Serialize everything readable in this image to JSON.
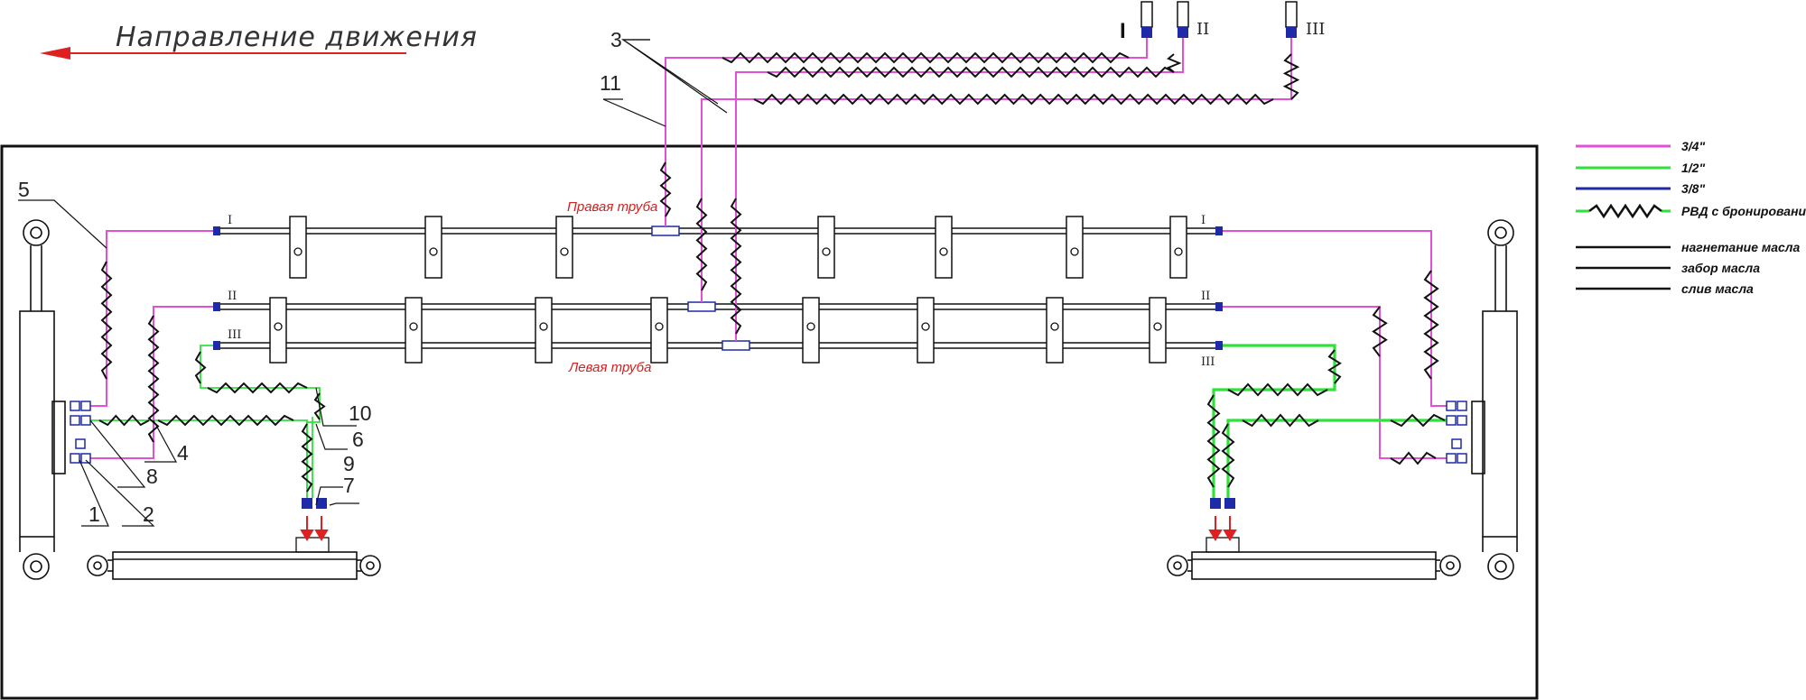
{
  "direction_label": "Направление движения",
  "right_pipe_label": "Правая труба",
  "left_pipe_label": "Левая труба",
  "callouts": [
    "1",
    "2",
    "3",
    "4",
    "5",
    "6",
    "7",
    "8",
    "9",
    "10",
    "11"
  ],
  "roman": {
    "one": "I",
    "two": "II",
    "three": "III"
  },
  "legend": {
    "items": [
      {
        "label": "3/4\"",
        "color": "#e34fd6"
      },
      {
        "label": "1/2\"",
        "color": "#2ee23a"
      },
      {
        "label": "3/8\"",
        "color": "#1e2aa6"
      },
      {
        "label": "РВД с бронированием",
        "color": "#2ee23a"
      },
      {
        "label": "нагнетание масла",
        "color": "#111111"
      },
      {
        "label": "забор масла",
        "color": "#111111"
      },
      {
        "label": "слив масла",
        "color": "#111111"
      }
    ]
  },
  "colors": {
    "magenta": "#e34fd6",
    "green": "#2ee23a",
    "blue": "#1e2aa6",
    "red": "#e02020",
    "black": "#111111"
  }
}
